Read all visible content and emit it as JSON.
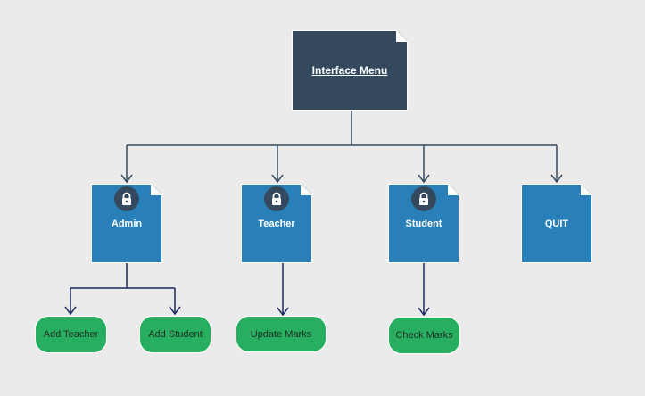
{
  "root": {
    "label": "Interface Menu"
  },
  "menus": [
    {
      "id": "admin",
      "label": "Admin",
      "locked": true
    },
    {
      "id": "teacher",
      "label": "Teacher",
      "locked": true
    },
    {
      "id": "student",
      "label": "Student",
      "locked": true
    },
    {
      "id": "quit",
      "label": "QUIT",
      "locked": false
    }
  ],
  "actions": [
    {
      "parent": "admin",
      "label": "Add Teacher"
    },
    {
      "parent": "admin",
      "label": "Add Student"
    },
    {
      "parent": "teacher",
      "label": "Update Marks"
    },
    {
      "parent": "student",
      "label": "Check Marks"
    }
  ],
  "icons": {
    "menu_lock": "lock-icon"
  },
  "colors": {
    "background": "#ebebeb",
    "root_fill": "#34495e",
    "menu_fill": "#2980b9",
    "action_fill": "#27ae60",
    "connector": "#34495e",
    "arrow_dark": "#1a2a5c"
  }
}
